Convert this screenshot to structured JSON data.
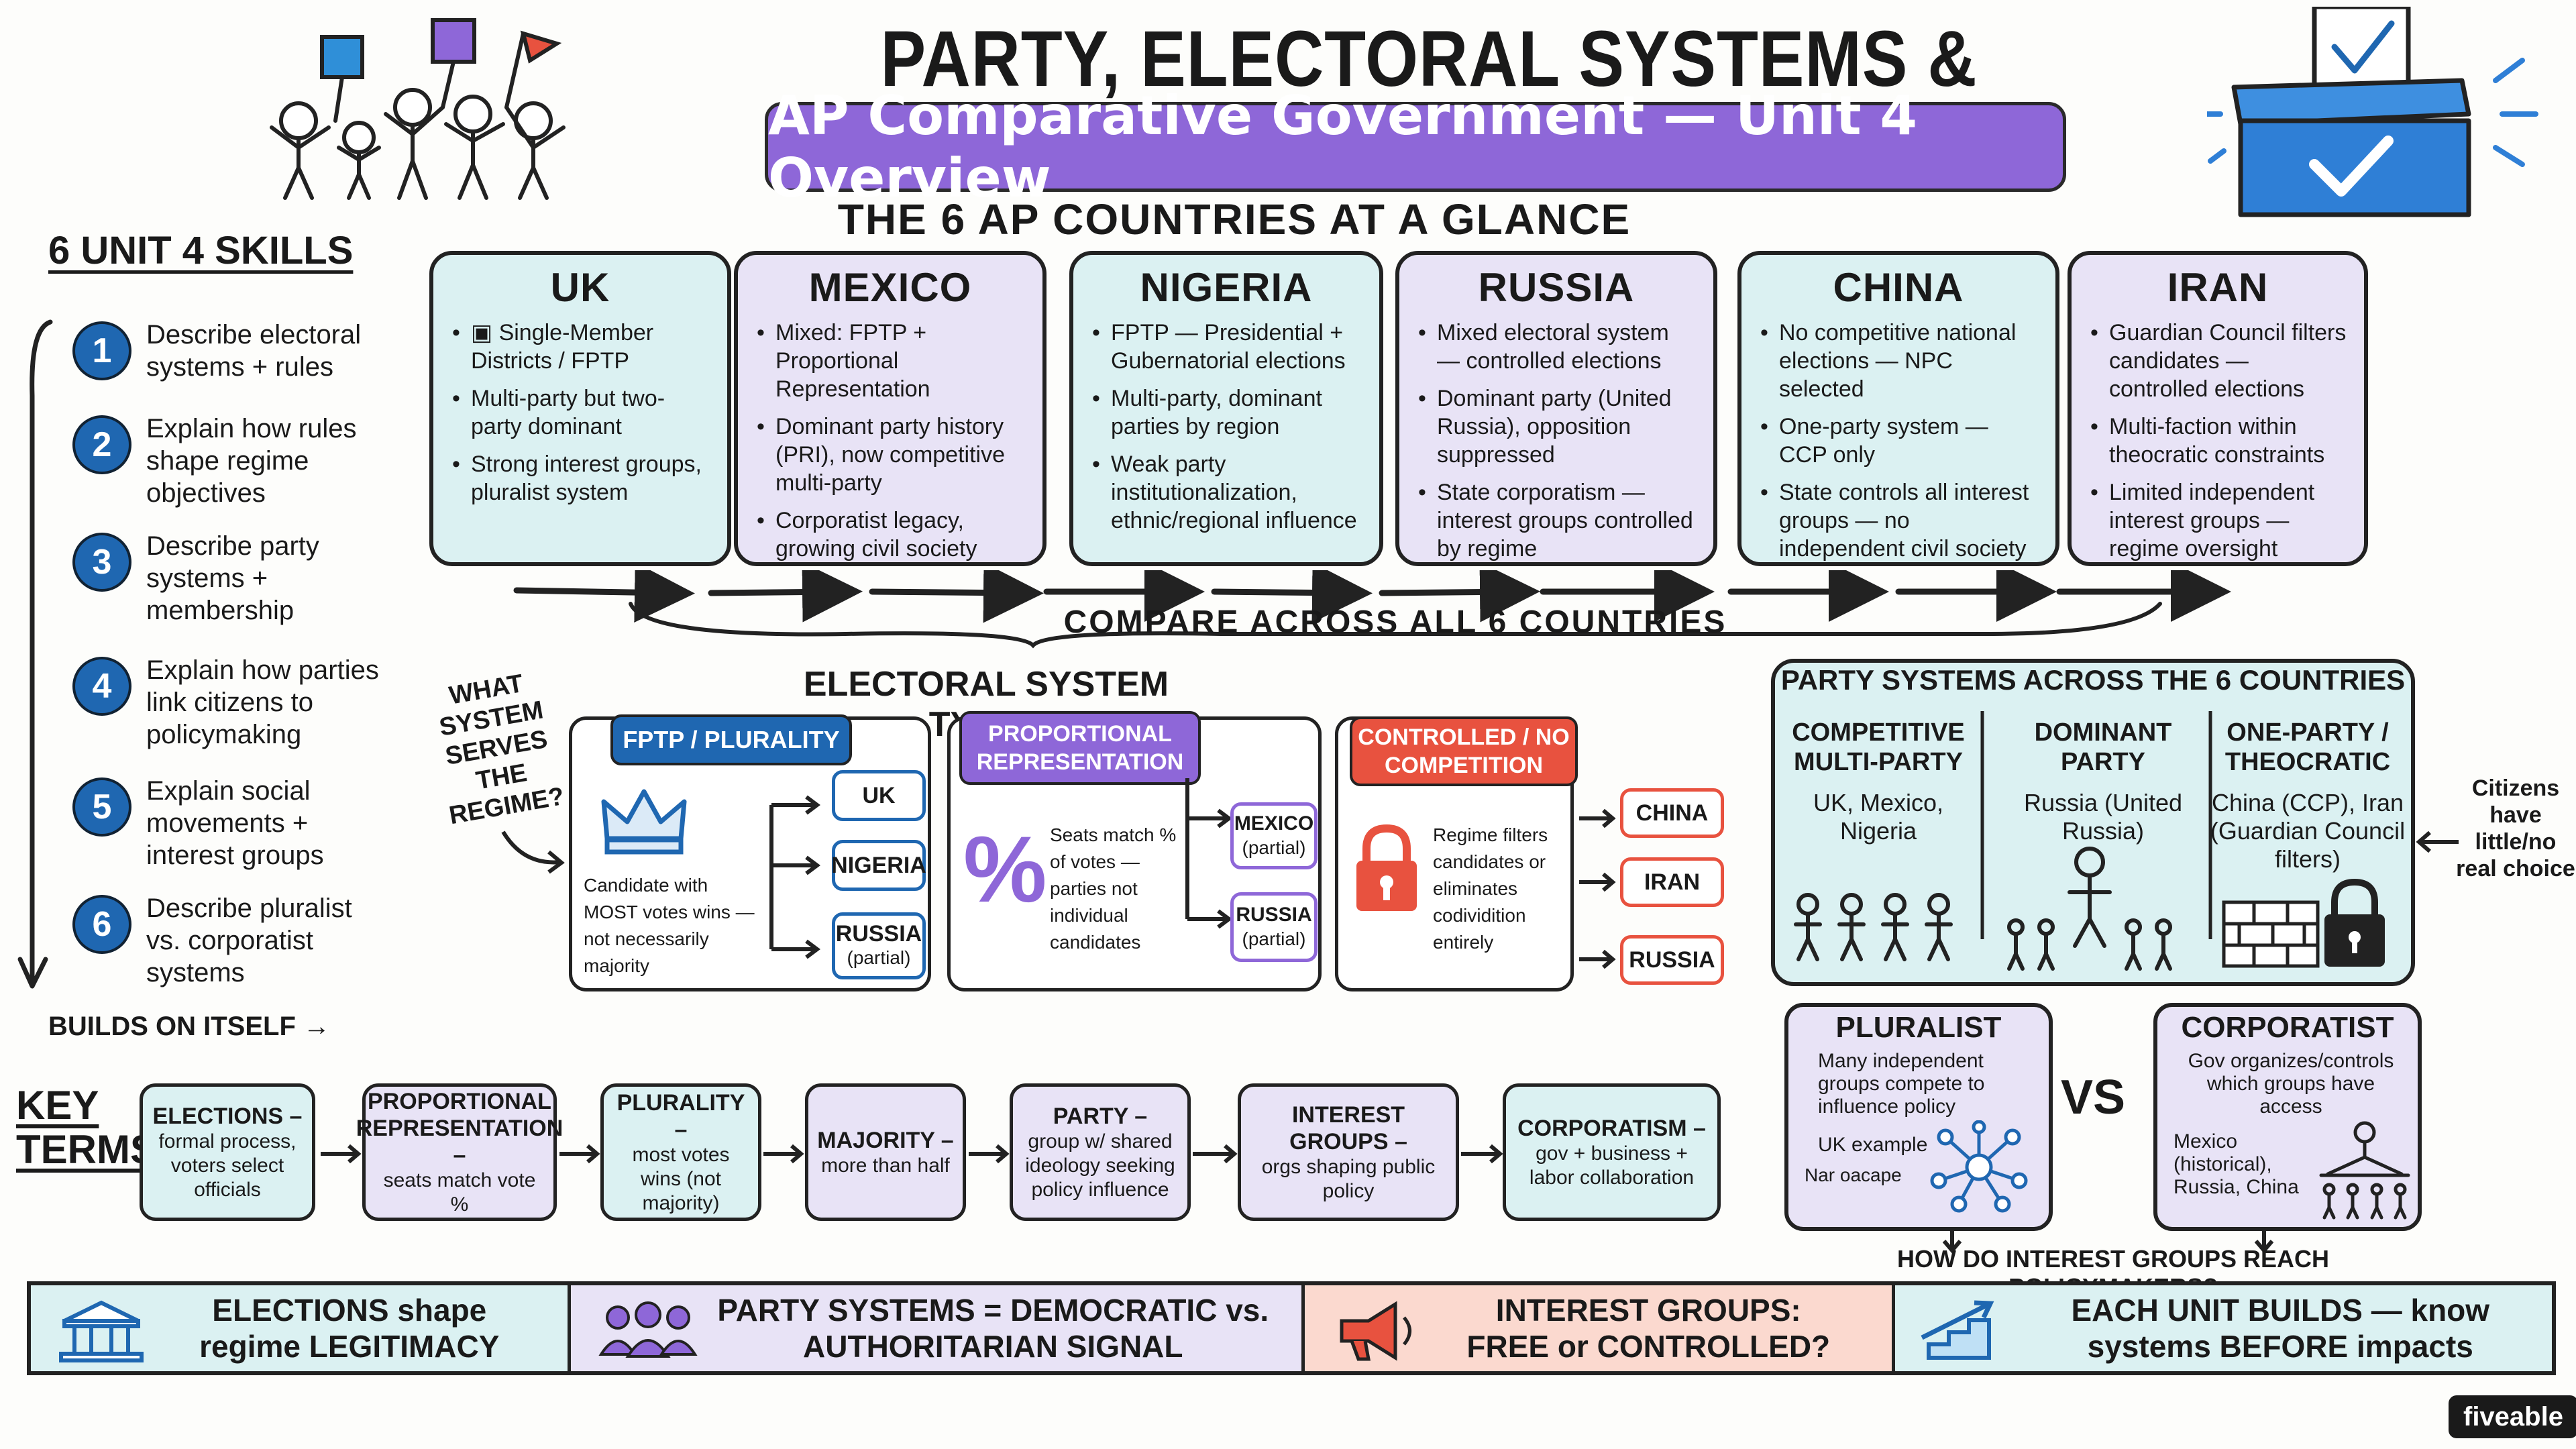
{
  "title": "PARTY, ELECTORAL SYSTEMS & CITIZEN ORGANIZATIONS",
  "subtitle": "AP Comparative Government — Unit 4 Overview",
  "countries_heading": "THE 6 AP COUNTRIES AT A GLANCE",
  "countries": [
    {
      "name": "UK",
      "bullets": [
        "Single-Member Districts / FPTP",
        "Multi-party but two-party dominant",
        "Strong interest groups, pluralist system"
      ]
    },
    {
      "name": "MEXICO",
      "bullets": [
        "Mixed: FPTP + Proportional Representation",
        "Dominant party history (PRI), now competitive multi-party",
        "Corporatist legacy, growing civil society"
      ]
    },
    {
      "name": "NIGERIA",
      "bullets": [
        "FPTP — Presidential + Gubernatorial elections",
        "Multi-party, dominant parties by region",
        "Weak party institutionalization, ethnic/regional influence"
      ]
    },
    {
      "name": "RUSSIA",
      "bullets": [
        "Mixed electoral system — controlled elections",
        "Dominant party (United Russia), opposition suppressed",
        "State corporatism — interest groups controlled by regime"
      ]
    },
    {
      "name": "CHINA",
      "bullets": [
        "No competitive national elections — NPC selected",
        "One-party system — CCP only",
        "State controls all interest groups — no independent civil society"
      ]
    },
    {
      "name": "IRAN",
      "bullets": [
        "Guardian Council filters candidates — controlled elections",
        "Multi-faction within theocratic constraints",
        "Limited independent interest groups — regime oversight"
      ]
    }
  ],
  "compare_label": "COMPARE ACROSS ALL 6 COUNTRIES",
  "skills": {
    "title": "6 UNIT 4 SKILLS",
    "items": [
      {
        "num": "1",
        "text": "Describe electoral systems + rules"
      },
      {
        "num": "2",
        "text": "Explain how rules shape regime objectives"
      },
      {
        "num": "3",
        "text": "Describe party systems + membership"
      },
      {
        "num": "4",
        "text": "Explain how parties link citizens to policymaking"
      },
      {
        "num": "5",
        "text": "Explain social movements + interest groups"
      },
      {
        "num": "6",
        "text": "Describe pluralist vs. corporatist systems"
      }
    ],
    "footer": "BUILDS ON ITSELF →"
  },
  "electoral": {
    "heading": "ELECTORAL SYSTEM TYPES",
    "question": "WHAT SYSTEM SERVES THE REGIME?",
    "fptp": {
      "tag": "FPTP / PLURALITY",
      "desc": "Candidate with MOST votes wins — not necessarily majority",
      "countries": [
        {
          "name": "UK",
          "note": ""
        },
        {
          "name": "NIGERIA",
          "note": ""
        },
        {
          "name": "RUSSIA",
          "note": "(partial)"
        }
      ]
    },
    "pr": {
      "tag": "PROPORTIONAL REPRESENTATION",
      "desc": "Seats match % of votes — parties not individual candidates",
      "countries": [
        {
          "name": "MEXICO",
          "note": "(partial)"
        },
        {
          "name": "RUSSIA",
          "note": "(partial)"
        }
      ]
    },
    "controlled": {
      "tag": "CONTROLLED / NO COMPETITION",
      "desc": "Regime filters candidates or eliminates codividition entirely",
      "countries": [
        {
          "name": "CHINA"
        },
        {
          "name": "IRAN"
        },
        {
          "name": "RUSSIA"
        }
      ]
    }
  },
  "party_systems": {
    "heading": "PARTY SYSTEMS ACROSS THE 6 COUNTRIES",
    "columns": [
      {
        "head": "COMPETITIVE MULTI-PARTY",
        "value": "UK, Mexico, Nigeria"
      },
      {
        "head": "DOMINANT PARTY",
        "value": "Russia (United Russia)"
      },
      {
        "head": "ONE-PARTY / THEOCRATIC",
        "value": "China (CCP), Iran (Guardian Council filters)"
      }
    ],
    "citizens_note": "Citizens have little/no real choice"
  },
  "pluralist": {
    "title": "PLURALIST",
    "desc": "Many independent groups compete to influence policy",
    "example": "UK example",
    "example2": "Nar oacape"
  },
  "corporatist": {
    "title": "CORPORATIST",
    "desc": "Gov organizes/controls which groups have access",
    "example": "Mexico (historical), Russia, China"
  },
  "vs": "VS",
  "reach_question": "HOW DO INTEREST GROUPS REACH POLICYMAKERS?",
  "key_terms": {
    "title": "KEY TERMS",
    "items": [
      {
        "term": "ELECTIONS –",
        "def": "formal process, voters select officials"
      },
      {
        "term": "PROPORTIONAL REPRESENTATION –",
        "def": "seats match vote %"
      },
      {
        "term": "PLURALITY –",
        "def": "most votes wins (not majority)"
      },
      {
        "term": "MAJORITY –",
        "def": "more than half"
      },
      {
        "term": "PARTY –",
        "def": "group w/ shared ideology seeking policy influence"
      },
      {
        "term": "INTEREST GROUPS –",
        "def": "orgs shaping public policy"
      },
      {
        "term": "CORPORATISM –",
        "def": "gov + business + labor collaboration"
      }
    ]
  },
  "banner": [
    {
      "text": "ELECTIONS shape regime LEGITIMACY",
      "icon": "government-building-icon",
      "color": "#dbf1f2"
    },
    {
      "text": "PARTY SYSTEMS = DEMOCRATIC vs. AUTHORITARIAN SIGNAL",
      "icon": "people-group-icon",
      "color": "#e8e3f6"
    },
    {
      "text": "INTEREST GROUPS: FREE or CONTROLLED?",
      "icon": "megaphone-icon",
      "color": "#fbd9cf"
    },
    {
      "text": "EACH UNIT BUILDS — know systems BEFORE impacts",
      "icon": "rising-stairs-icon",
      "color": "#dbf1f2"
    }
  ],
  "brand": "fiveable",
  "colors": {
    "teal": "#dbf1f2",
    "lavender": "#e8e3f6",
    "purple": "#8e67d8",
    "blue": "#1f67b1",
    "red": "#e8523f"
  }
}
